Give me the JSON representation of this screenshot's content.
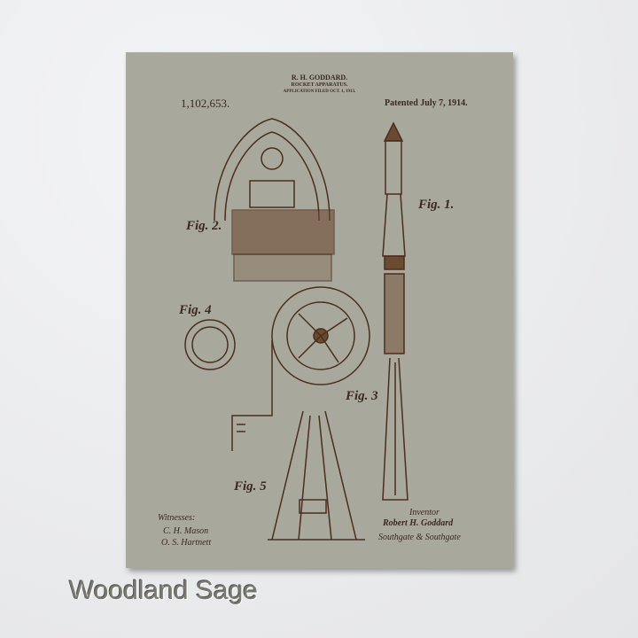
{
  "patent": {
    "inventor_header": "R. H. GODDARD.",
    "title": "ROCKET APPARATUS.",
    "filed": "APPLICATION FILED OCT. 1, 1913.",
    "number": "1,102,653.",
    "patented": "Patented July 7, 1914.",
    "figures": [
      "Fig. 1.",
      "Fig. 2.",
      "Fig. 3",
      "Fig. 4",
      "Fig. 5"
    ],
    "witnesses_label": "Witnesses:",
    "witnesses": [
      "C. H. Mason",
      "O. S. Hartnett"
    ],
    "inventor_label": "Inventor",
    "inventor_name": "Robert H. Goddard",
    "attorneys": "Southgate & Southgate"
  },
  "product": {
    "color_name": "Woodland Sage",
    "print_color": "#a8a89c"
  }
}
